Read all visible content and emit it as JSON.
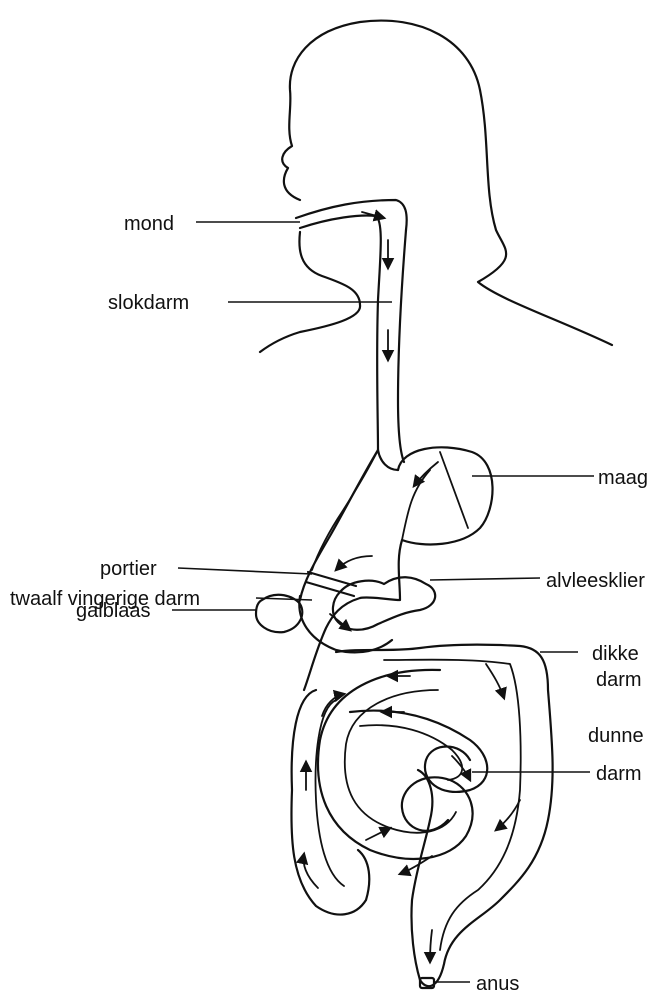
{
  "labels": {
    "mond": "mond",
    "slokdarm": "slokdarm",
    "maag": "maag",
    "portier": "portier",
    "twaalf_vingerige_darm": "twaalf vingerige darm",
    "alvleesklier": "alvleesklier",
    "galblaas": "galblaas",
    "dikke_darm_line1": "dikke",
    "dikke_darm_line2": "darm",
    "dunne_darm_line1": "dunne",
    "dunne_darm_line2": "darm",
    "anus": "anus"
  },
  "colors": {
    "line": "#111111",
    "background": "#ffffff"
  }
}
